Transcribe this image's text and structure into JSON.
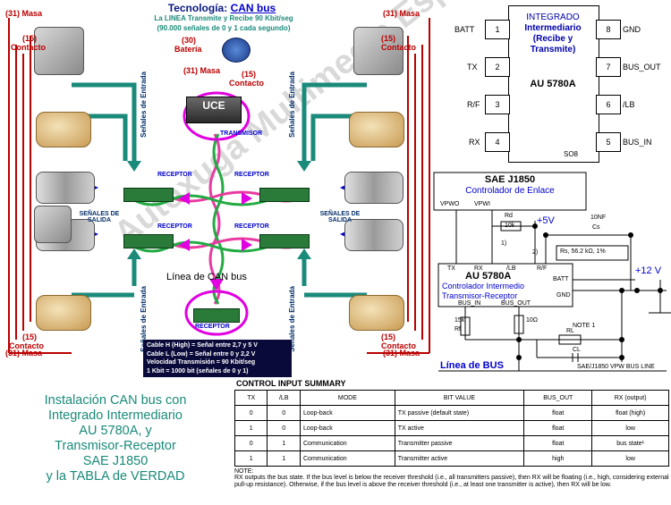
{
  "header": {
    "tech_label": "Tecnología:",
    "tech_value": "CAN bus",
    "line1": "La LINEA Transmite y Recibe 90 Kbit/seg",
    "line2": "(90.000 señales de 0 y 1 cada segundo)"
  },
  "labels": {
    "masa_31": "(31) Masa",
    "contacto_15": "(15)",
    "contacto_word": "Contacto",
    "bateria_30": "(30)",
    "bateria_word": "Batería",
    "senales_entrada": "Señales de Entrada",
    "senales_salida_1": "SEÑALES DE",
    "senales_salida_2": "SALIDA",
    "uce": "UCE",
    "transmisor": "TRANSMISOR",
    "receptor": "RECEPTOR",
    "linea_can": "Línea de CAN bus"
  },
  "cable_info": {
    "l1": "Cable H (High) = Señal entre 2,7 y 5 V",
    "l2": "Cable L (Low) = Señal entre 0 y 2,2 V",
    "l3": "Velocidad Transmisión = 90 Kbit/seg",
    "l4": "1 Kbit = 1000 bit (señales de 0 y 1)"
  },
  "chip": {
    "title_1": "INTEGRADO",
    "title_2": "Intermediario",
    "title_3": "(Recibe y",
    "title_4": "Transmite)",
    "part": "AU 5780A",
    "package": "SO8",
    "left_pins": [
      {
        "name": "BATT",
        "num": "1"
      },
      {
        "name": "TX",
        "num": "2"
      },
      {
        "name": "R/F",
        "num": "3"
      },
      {
        "name": "RX",
        "num": "4"
      }
    ],
    "right_pins": [
      {
        "name": "GND",
        "num": "8"
      },
      {
        "name": "BUS_OUT",
        "num": "7"
      },
      {
        "name": "/LB",
        "num": "6"
      },
      {
        "name": "BUS_IN",
        "num": "5"
      }
    ]
  },
  "circuit": {
    "sae_title": "SAE J1850",
    "sae_sub": "Controlador de Enlace",
    "vpwo": "VPWO",
    "vpwi": "VPWI",
    "rd": "Rd",
    "rd_val": "10k",
    "plus5": "+5V",
    "cap": "10NF",
    "cs": "Cs",
    "rs": "Rs, 56.2 kΩ, 1%",
    "au_title": "AU 5780A",
    "au_sub1": "Controlador Intermedio",
    "au_sub2": "Transmisor-Receptor",
    "tx": "TX",
    "rx": "RX",
    "lb": "/LB",
    "rf": "R/F",
    "batt": "BATT",
    "gnd": "GND",
    "bus_in": "BUS_IN",
    "bus_out": "BUS_OUT",
    "plus12": "+12 V",
    "r15k": "15k",
    "rf2": "Rf",
    "r10": "10Ω",
    "note1": "NOTE 1",
    "rl": "RL",
    "cl": "CL",
    "linea_bus": "Línea de BUS",
    "sae_line": "SAE/J1850 VPW BUS LINE",
    "n1": "1)",
    "n2": "2)"
  },
  "caption": {
    "l1": "Instalación CAN bus con",
    "l2": "Integrado Intermediario",
    "l3": "AU 5780A,  y",
    "l4": "Transmisor-Receptor",
    "l5": "SAE J1850",
    "l6": "y  la TABLA de VERDAD"
  },
  "table": {
    "title": "CONTROL INPUT SUMMARY",
    "headers": [
      "TX",
      "/LB",
      "MODE",
      "BIT VALUE",
      "BUS_OUT",
      "RX (output)"
    ],
    "rows": [
      [
        "0",
        "0",
        "Loop-back",
        "TX passive (default state)",
        "float",
        "float (high)"
      ],
      [
        "1",
        "0",
        "Loop-back",
        "TX active",
        "float",
        "low"
      ],
      [
        "0",
        "1",
        "Communication",
        "Transmitter passive",
        "float",
        "bus state¹"
      ],
      [
        "1",
        "1",
        "Communication",
        "Transmitter active",
        "high",
        "low"
      ]
    ],
    "note_label": "NOTE:",
    "note": "RX outputs the bus state. If the bus level is below the receiver threshold (i.e., all transmitters passive), then RX will be floating (i.e., high, considering external pull-up resistance). Otherwise, if the bus level is above the receiver threshold (i.e., at least one transmitter is active), then RX will be low."
  },
  "watermark": "Autoxuga Multimedia España  autoxuga.com",
  "colors": {
    "accent_blue": "#0000cc",
    "red_label": "#bb0000",
    "magenta": "#e000e0",
    "teal_arrow": "#1a8a7a",
    "caption_teal": "#1a8a7a",
    "bus_pink": "#e83aa0",
    "bus_green": "#22aa44"
  }
}
